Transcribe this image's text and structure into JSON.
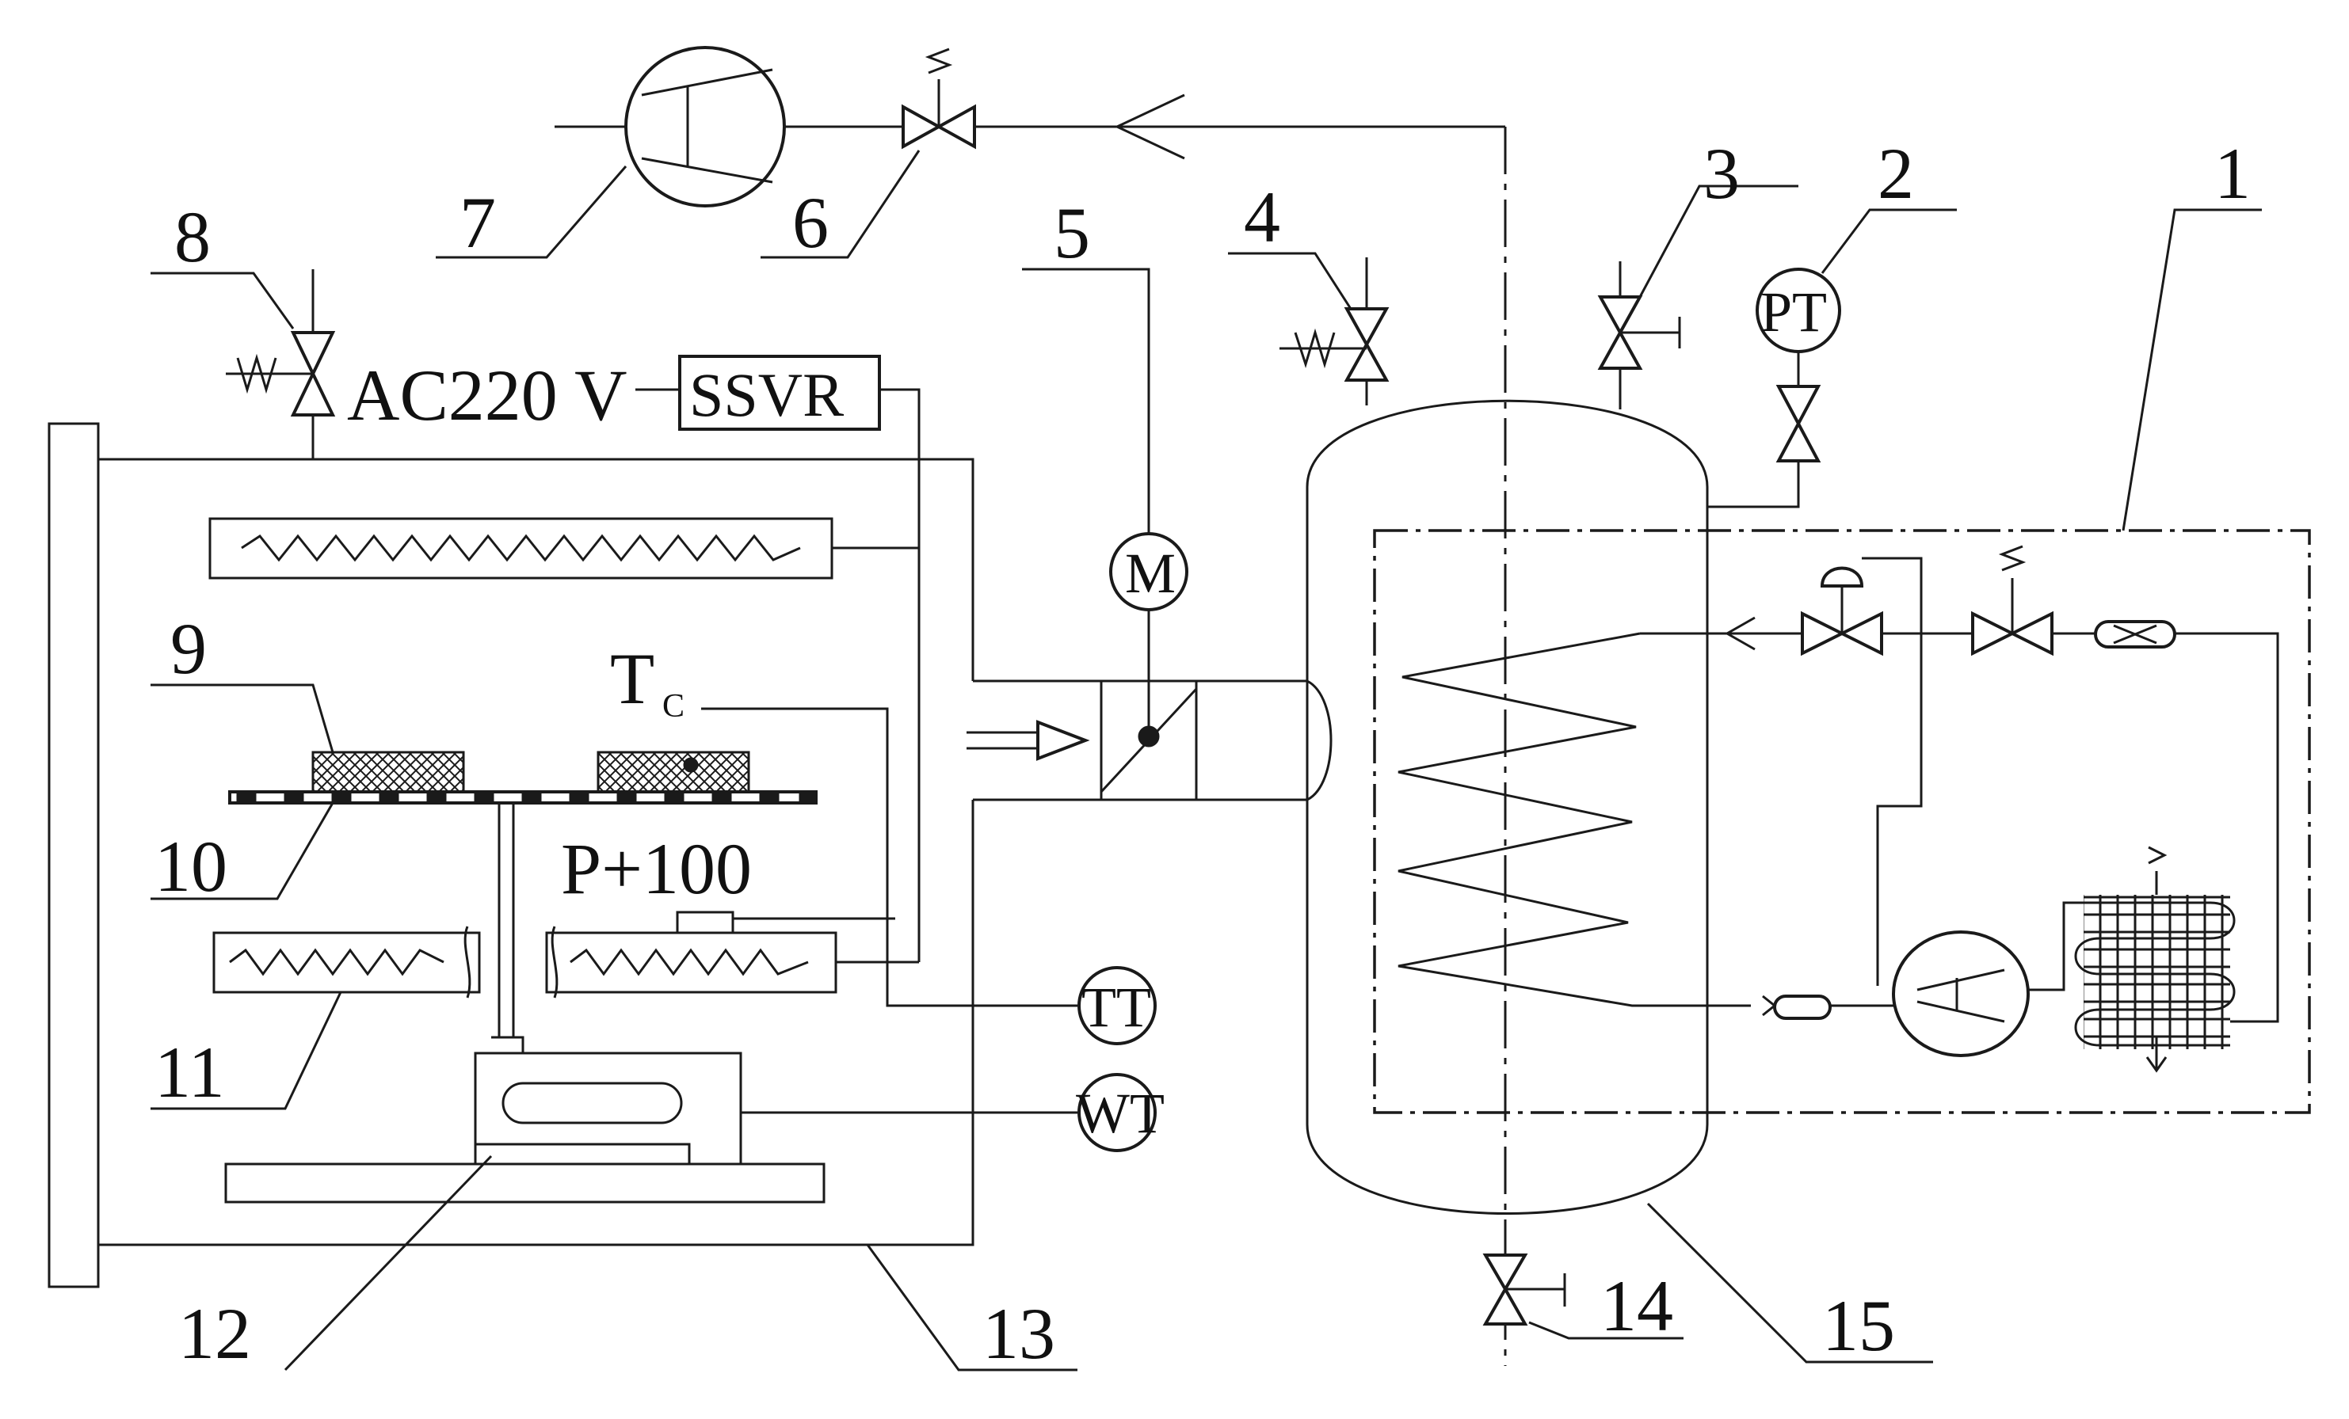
{
  "diagram": {
    "part_numbers": [
      "1",
      "2",
      "3",
      "4",
      "5",
      "6",
      "7",
      "8",
      "9",
      "10",
      "11",
      "12",
      "13",
      "14",
      "15"
    ],
    "ac_label": "AC220 V",
    "ssvr_label": "SSVR",
    "tc_label": "T",
    "tc_sub": "C",
    "sensor_label": "P+100",
    "m_label": "M",
    "pt_label": "PT",
    "tt_label": "TT",
    "wt_label": "WT"
  }
}
